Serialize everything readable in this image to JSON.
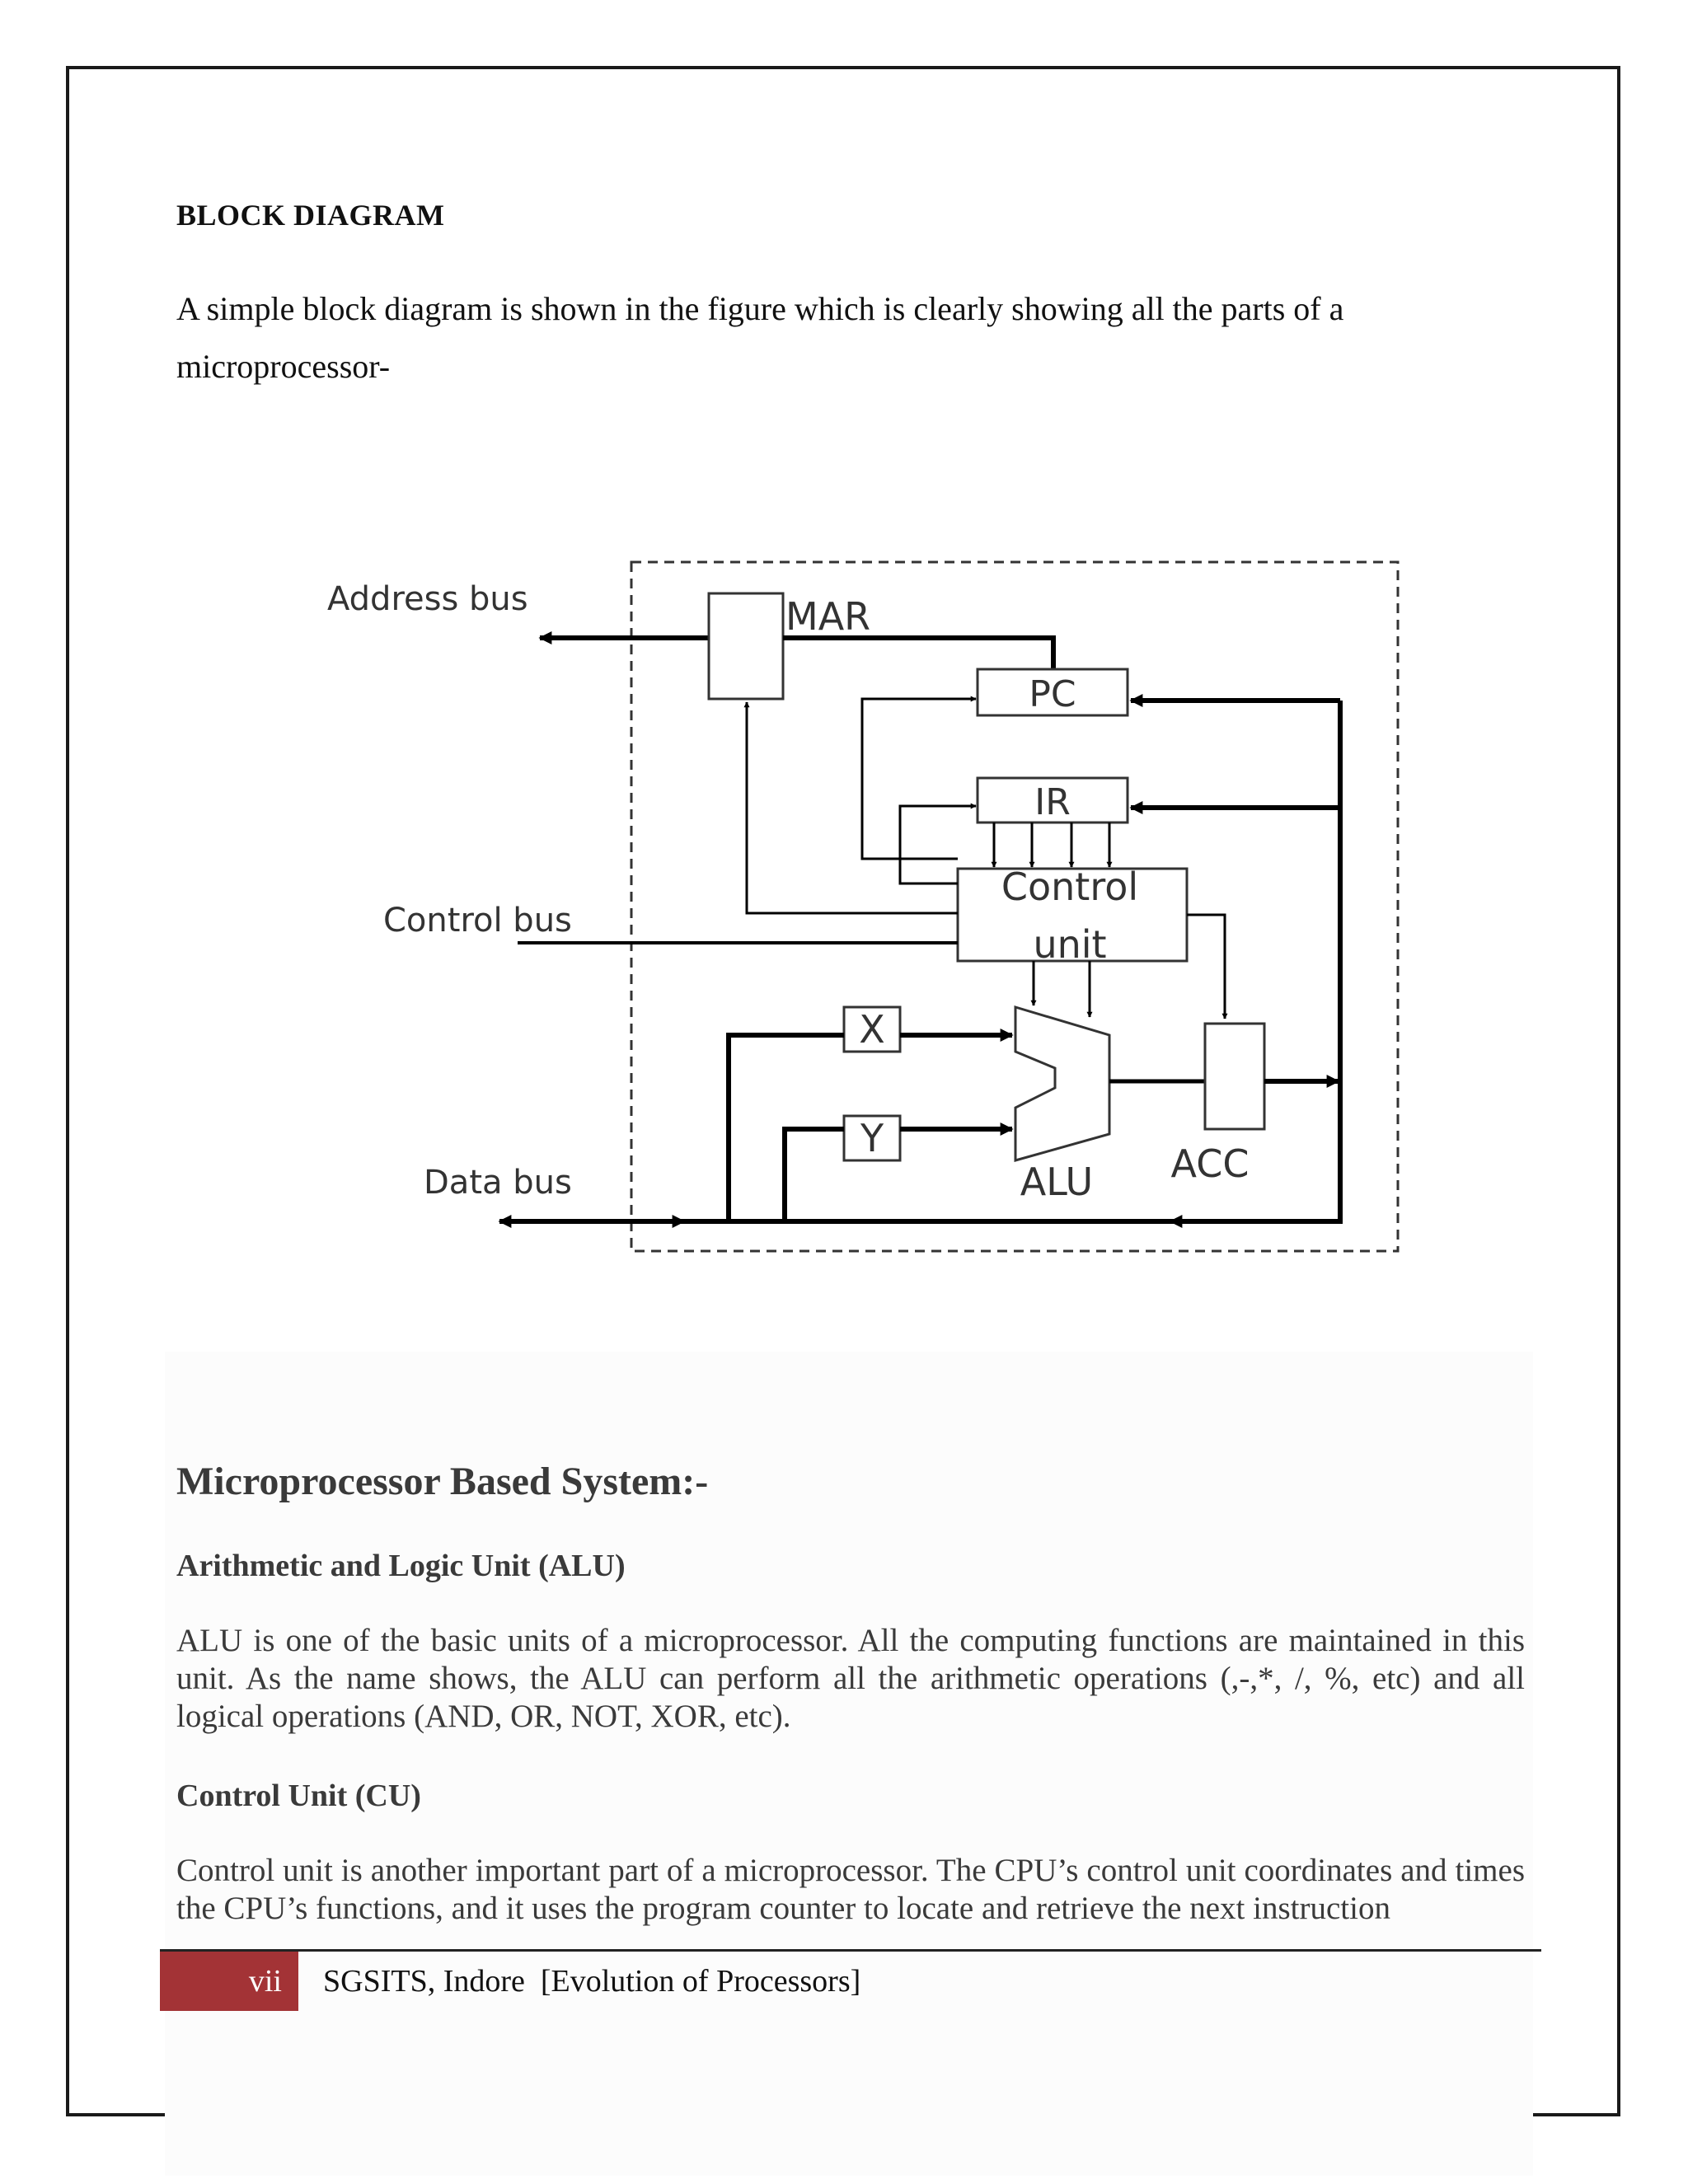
{
  "section": {
    "heading": "BLOCK DIAGRAM",
    "intro_line1": "A simple block diagram is shown in the figure which is clearly showing all the parts of a",
    "intro_line2": "microprocessor-"
  },
  "diagram": {
    "address_bus_label": "Address bus",
    "control_bus_label": "Control bus",
    "data_bus_label": "Data bus",
    "mar_label": "MAR",
    "pc_label": "PC",
    "ir_label": "IR",
    "control_unit_line1": "Control",
    "control_unit_line2": "unit",
    "x_label": "X",
    "y_label": "Y",
    "alu_label": "ALU",
    "acc_label": "ACC"
  },
  "system": {
    "heading": "Microprocessor Based System:-",
    "alu_heading": "Arithmetic and Logic Unit (ALU)",
    "alu_text": "ALU is one of the basic units of a microprocessor. All the computing functions are maintained in this unit. As the name shows, the ALU can perform all the arithmetic operations (,-,*, /, %, etc) and all logical operations (AND, OR, NOT, XOR, etc).",
    "cu_heading": "Control Unit (CU)",
    "cu_text": "Control unit is another important part of a microprocessor. The CPU’s control unit coordinates and times the CPU’s functions, and it uses the program counter to locate and retrieve the next instruction"
  },
  "footer": {
    "page_number": "vii",
    "text": "SGSITS, Indore  [Evolution of Processors]",
    "accent_color": "#a33336"
  }
}
